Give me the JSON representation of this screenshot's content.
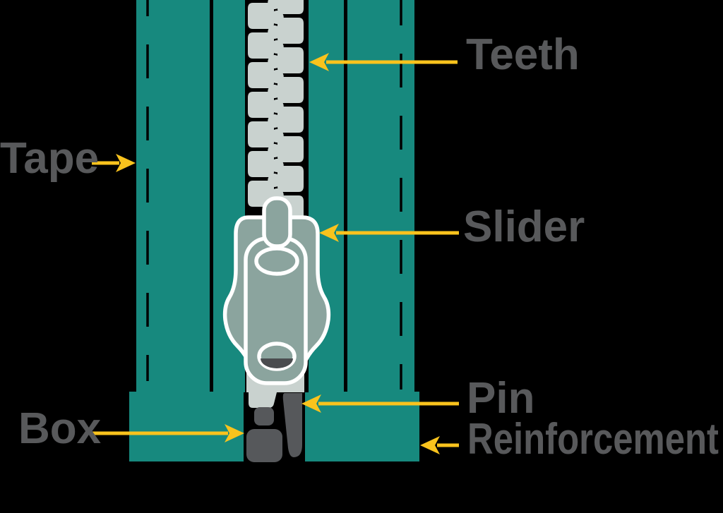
{
  "diagram": {
    "subject": "Zipper anatomy diagram",
    "labels": {
      "tape": "Tape",
      "teeth": "Teeth",
      "slider": "Slider",
      "box": "Box",
      "pin": "Pin",
      "reinforcement": "Reinforcement"
    },
    "colors": {
      "background": "#000000",
      "tape_teal": "#17897E",
      "teeth_gray": "#C9D2CF",
      "slider_gray": "#8BA49E",
      "outline_white": "#FFFFFF",
      "hardware_gray": "#56585B",
      "label_text": "#58595B",
      "arrow_yellow": "#F9C31D",
      "stitch_black": "#000000",
      "hole_shadow": "#4A4C4F"
    }
  }
}
